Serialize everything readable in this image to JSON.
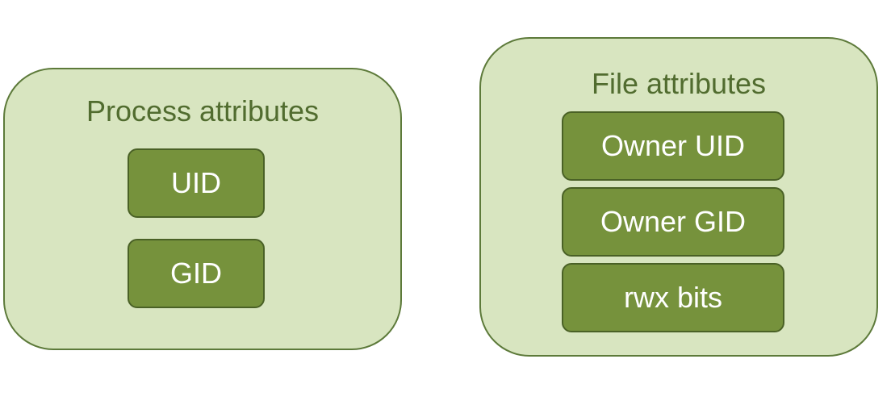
{
  "process_attributes": {
    "title": "Process attributes",
    "items": [
      "UID",
      "GID"
    ]
  },
  "file_attributes": {
    "title": "File attributes",
    "items": [
      "Owner UID",
      "Owner GID",
      "rwx bits"
    ]
  },
  "colors": {
    "group_fill": "#d8e5c0",
    "group_border": "#5d7a3a",
    "title_text": "#516c2f",
    "chip_fill": "#76923c",
    "chip_border": "#4a6126",
    "chip_text": "#ffffff"
  }
}
